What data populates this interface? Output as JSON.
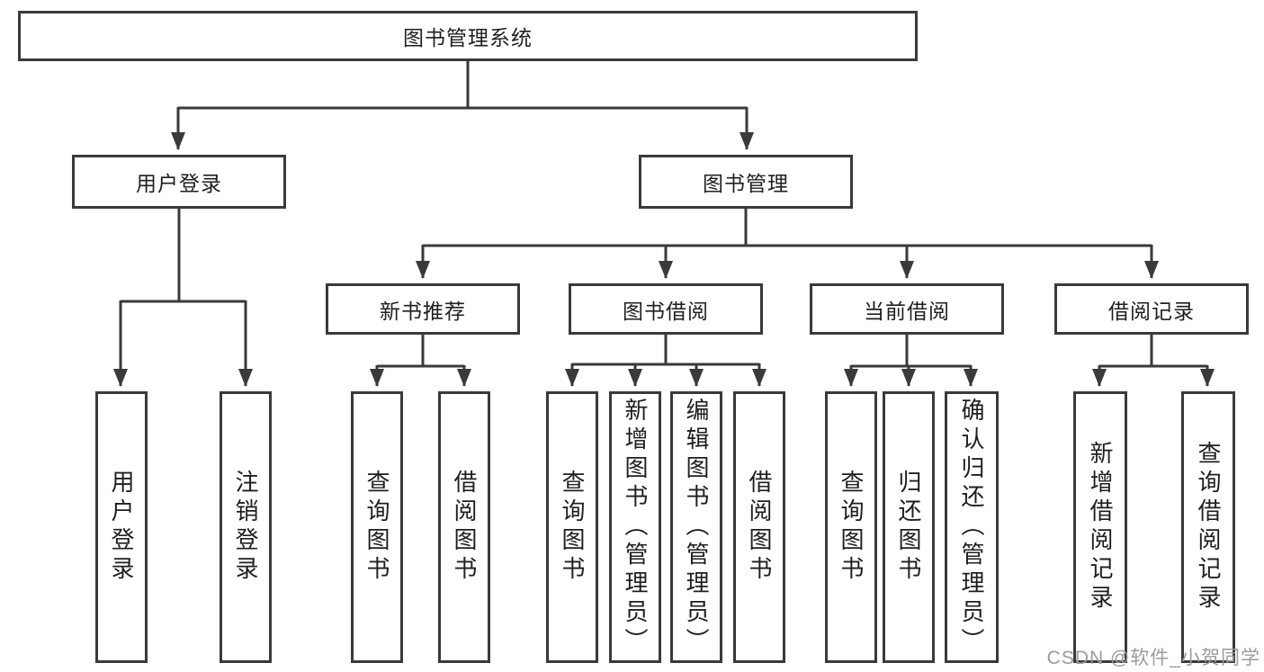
{
  "tree": {
    "label": "图书管理系统",
    "children": [
      {
        "label": "用户登录",
        "children": [
          {
            "label": "用户登录"
          },
          {
            "label": "注销登录"
          }
        ]
      },
      {
        "label": "图书管理",
        "children": [
          {
            "label": "新书推荐",
            "children": [
              {
                "label": "查询图书"
              },
              {
                "label": "借阅图书"
              }
            ]
          },
          {
            "label": "图书借阅",
            "children": [
              {
                "label": "查询图书"
              },
              {
                "label": "新增图书（管理员）"
              },
              {
                "label": "编辑图书（管理员）"
              },
              {
                "label": "借阅图书"
              }
            ]
          },
          {
            "label": "当前借阅",
            "children": [
              {
                "label": "查询图书"
              },
              {
                "label": "归还图书"
              },
              {
                "label": "确认归还（管理员）"
              }
            ]
          },
          {
            "label": "借阅记录",
            "children": [
              {
                "label": "新增借阅记录"
              },
              {
                "label": "查询借阅记录"
              }
            ]
          }
        ]
      }
    ]
  },
  "watermark": "CSDN @软件_小贺同学",
  "colors": {
    "line": "#3a3a3a",
    "box_border": "#3a3a3a",
    "text": "#1f1f1f",
    "watermark": "#9b9b9b",
    "background": "#ffffff"
  }
}
